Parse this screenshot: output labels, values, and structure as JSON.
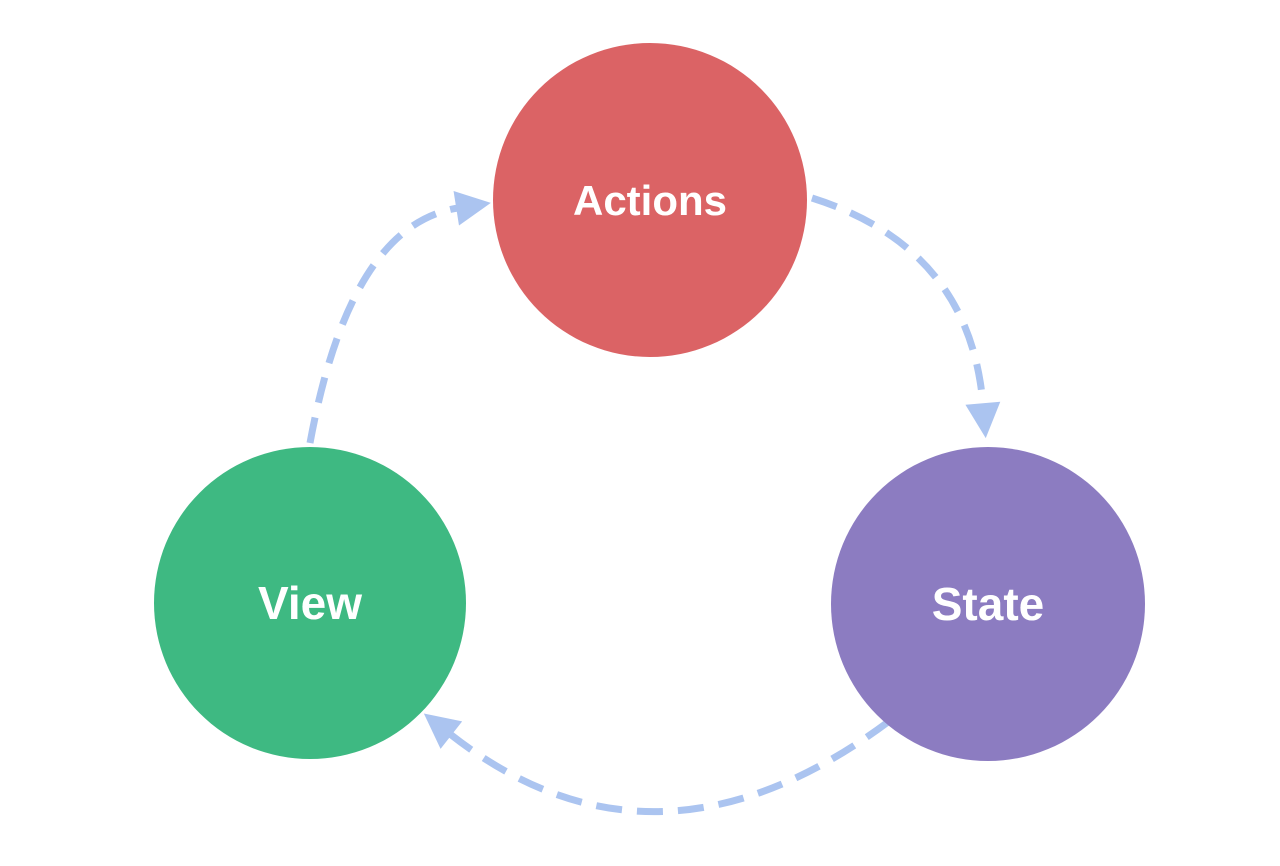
{
  "diagram": {
    "background_color": "#ffffff",
    "edge_color": "#abc4f0",
    "label_color": "#ffffff",
    "nodes": [
      {
        "id": "actions",
        "label": "Actions",
        "color": "#db6365"
      },
      {
        "id": "state",
        "label": "State",
        "color": "#8c7cc1"
      },
      {
        "id": "view",
        "label": "View",
        "color": "#3eb982"
      }
    ],
    "edges": [
      {
        "id": "actions-to-state",
        "from": "actions",
        "to": "state"
      },
      {
        "id": "state-to-view",
        "from": "state",
        "to": "view"
      },
      {
        "id": "view-to-actions",
        "from": "view",
        "to": "actions"
      }
    ]
  }
}
